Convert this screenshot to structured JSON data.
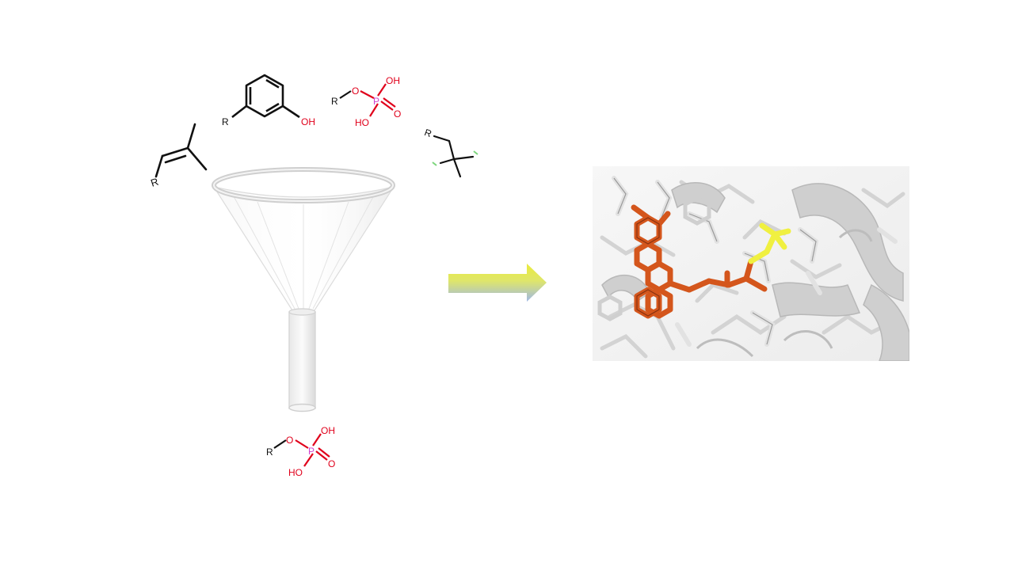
{
  "slide": {
    "background": "#ffffff"
  },
  "molecules": {
    "alkene": {
      "r_label": "R"
    },
    "phenol": {
      "r_label": "R",
      "oh_label": "OH"
    },
    "phosphate_top": {
      "r_label": "R",
      "o_label": "O",
      "p_label": "P",
      "oh1_label": "OH",
      "oh2_label": "HO",
      "o2_label": "O"
    },
    "gem_dimethyl": {
      "r_label": "R"
    },
    "phosphate_bottom": {
      "r_label": "R",
      "o_label": "O",
      "p_label": "P",
      "oh1_label": "OH",
      "oh2_label": "HO",
      "o2_label": "O"
    }
  },
  "colors": {
    "bond": "#111111",
    "oxygen": "#e0001b",
    "phosphorus": "#d040d0",
    "ligand": "#d4561c",
    "ligand_highlight": "#f0f040",
    "protein": "#c8c8c8",
    "arrow_top": "#e6e84a",
    "arrow_bottom": "#a6bde0"
  },
  "icons": {
    "funnel": "funnel-icon",
    "arrow": "right-arrow-icon",
    "protein_view": "protein-ligand-structure"
  }
}
